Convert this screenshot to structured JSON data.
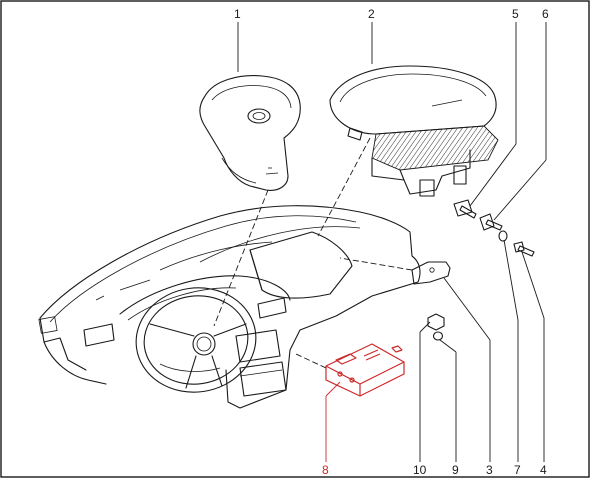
{
  "callouts": {
    "c1": "1",
    "c2": "2",
    "c3": "3",
    "c4": "4",
    "c5": "5",
    "c6": "6",
    "c7": "7",
    "c8": "8",
    "c9": "9",
    "c10": "10"
  },
  "colors": {
    "line": "#1a1a1a",
    "highlight": "#cc2a2a",
    "frame": "#1a1a1a",
    "background": "#ffffff"
  }
}
